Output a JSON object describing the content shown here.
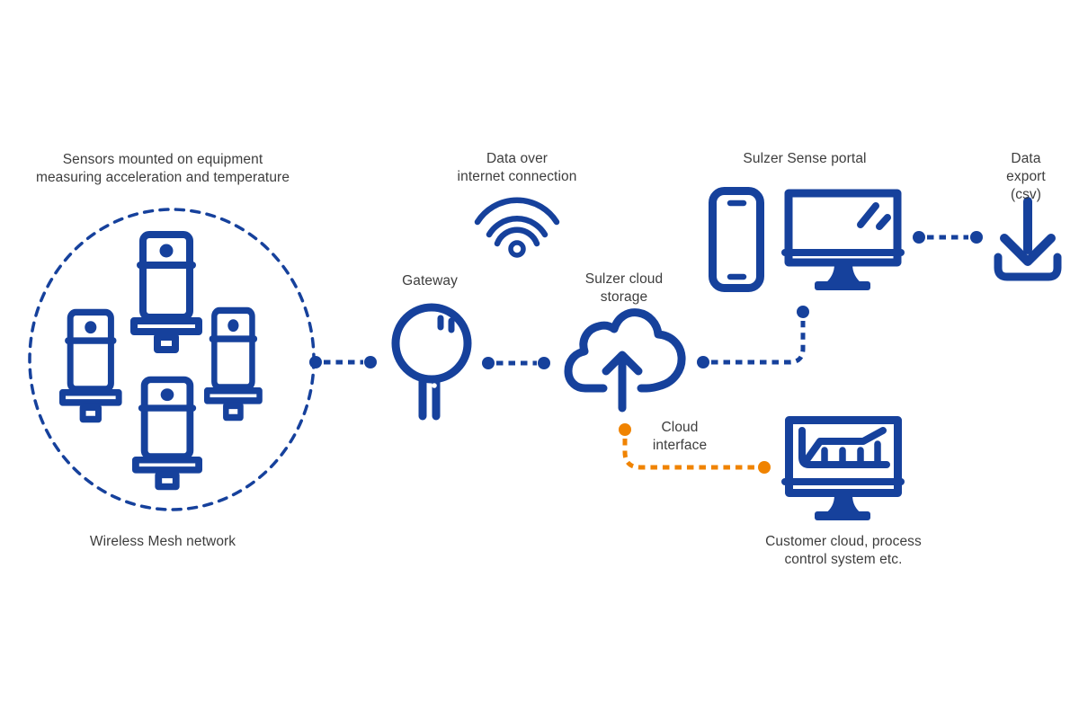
{
  "colors": {
    "icon_blue": "#16419C",
    "accent_orange": "#F08300",
    "label_gray": "#3D3D3D",
    "background": "#FFFFFF"
  },
  "nodes": {
    "mesh": {
      "caption": "Sensors mounted on equipment\nmeasuring acceleration and temperature",
      "footer": "Wireless Mesh network",
      "icon": "sensor-mesh-dashed-circle",
      "sensor_count": 4
    },
    "gateway": {
      "label": "Gateway",
      "icon": "gateway-device"
    },
    "internet": {
      "label": "Data over\ninternet connection",
      "icon": "wifi-signal"
    },
    "cloud": {
      "label": "Sulzer cloud\nstorage",
      "icon": "cloud-upload"
    },
    "portal": {
      "label": "Sulzer Sense portal",
      "icons": [
        "smartphone",
        "desktop-monitor"
      ]
    },
    "export": {
      "label": "Data export\n(csv)",
      "icon": "download-tray"
    },
    "cloud_interface": {
      "label": "Cloud\ninterface"
    },
    "customer": {
      "label": "Customer cloud, process\ncontrol system etc.",
      "icon": "monitor-line-chart"
    }
  },
  "connectors": [
    {
      "from": "mesh",
      "to": "gateway",
      "style": "dashed-dot",
      "color": "#16419C"
    },
    {
      "from": "gateway",
      "to": "cloud",
      "style": "dashed-dot",
      "color": "#16419C"
    },
    {
      "from": "cloud",
      "to": "portal",
      "style": "dashed-dot",
      "color": "#16419C"
    },
    {
      "from": "portal",
      "to": "export",
      "style": "dashed-dot",
      "color": "#16419C"
    },
    {
      "from": "cloud",
      "to": "customer",
      "style": "dashed-dot",
      "color": "#F08300",
      "label": "Cloud\ninterface"
    }
  ]
}
